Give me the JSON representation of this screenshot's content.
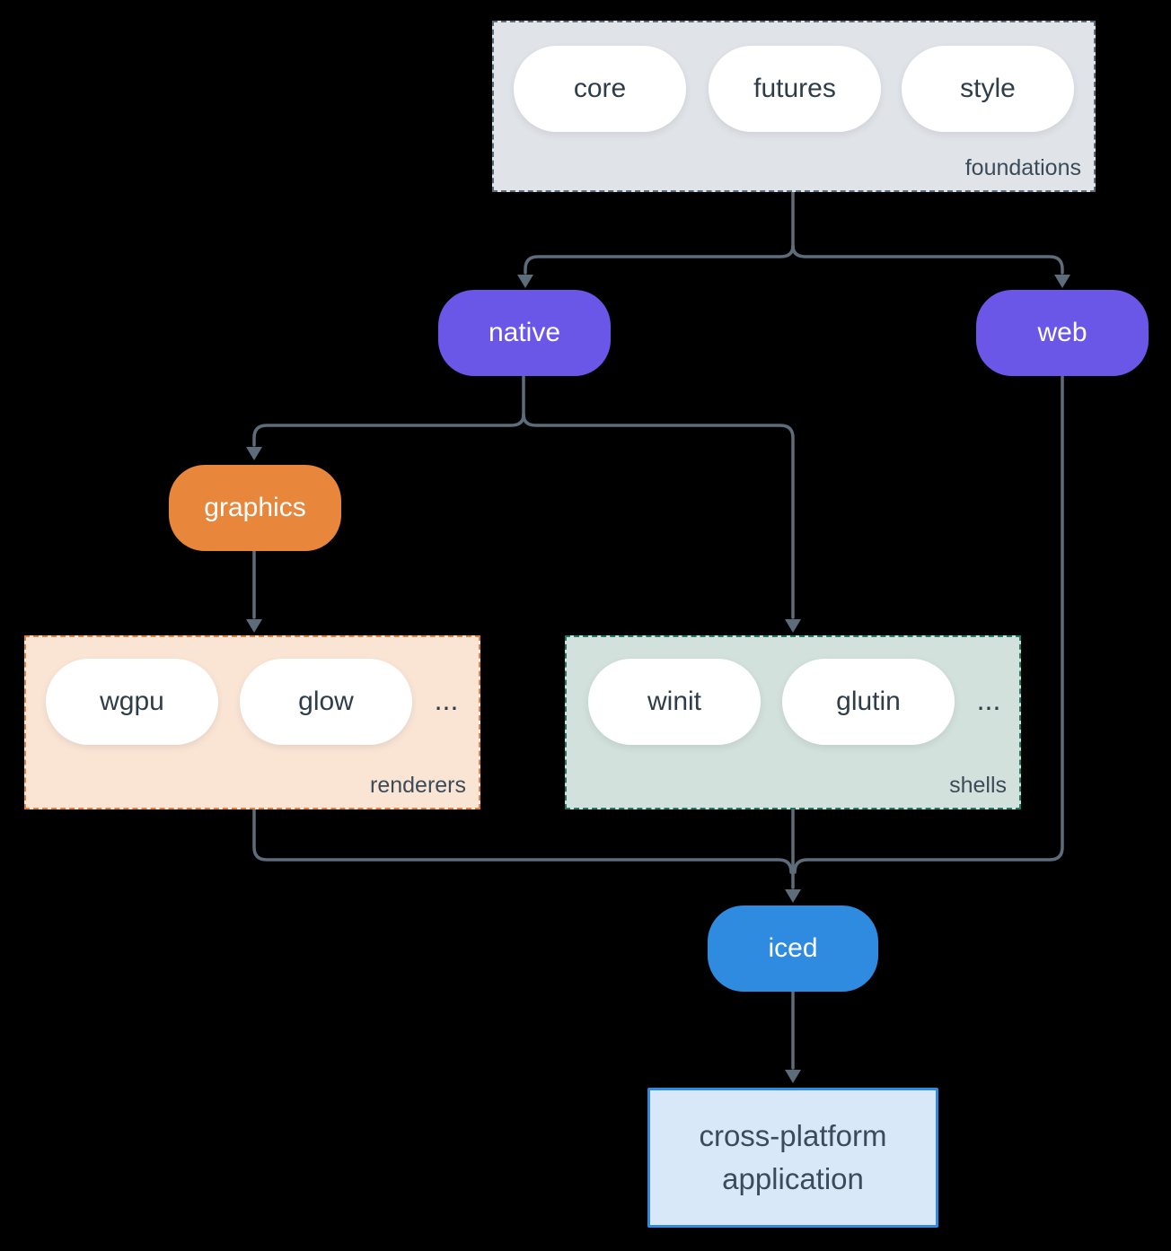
{
  "diagram": {
    "foundations": {
      "label": "foundations",
      "pills": [
        "core",
        "futures",
        "style"
      ]
    },
    "native": {
      "label": "native"
    },
    "web": {
      "label": "web"
    },
    "graphics": {
      "label": "graphics"
    },
    "renderers": {
      "label": "renderers",
      "pills": [
        "wgpu",
        "glow"
      ],
      "ellipsis": "..."
    },
    "shells": {
      "label": "shells",
      "pills": [
        "winit",
        "glutin"
      ],
      "ellipsis": "..."
    },
    "iced": {
      "label": "iced"
    },
    "application": {
      "label": "cross-platform application"
    }
  },
  "colors": {
    "background": "#000000",
    "line": "#5d6c7b",
    "foundations_fill": "#e0e4e8",
    "foundations_border": "#5d6c7b",
    "purple": "#6a57e8",
    "orange_pill": "#e8863c",
    "renderers_fill": "#fae5d5",
    "renderers_border": "#e2813a",
    "shells_fill": "#d3e1dc",
    "shells_border": "#1f7a68",
    "blue": "#2e8bdf",
    "application_fill": "#d8e8f8",
    "pill_text_dark": "#2e3d49",
    "group_label_text": "#3c4b59",
    "pill_text_light": "#ffffff"
  }
}
